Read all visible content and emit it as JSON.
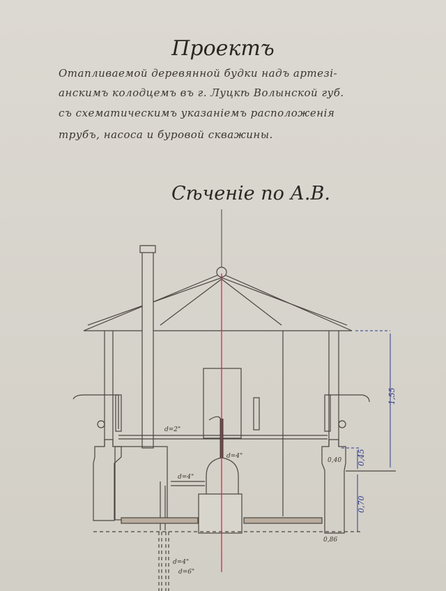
{
  "title": "Проектъ",
  "subtitle_lines": [
    "Отапливаемой деревянной будки надъ артезі-",
    "анскимъ колодцемъ въ г. Луцкѣ Волынской губ.",
    "съ схематическимъ указаніемъ расположенія",
    "трубъ, насоса и буровой скважины."
  ],
  "section_title": "Сѣченіе по А.В.",
  "pipe_labels": {
    "main_pipe": "d=2\"",
    "pump_riser": "d=4\"",
    "suction_pipe": "d=4\"",
    "well_inner": "d=4\"",
    "well_outer": "d=6\""
  },
  "dimensions": {
    "wall_height": "1,55",
    "plinth_height": "0,45",
    "foundation_depth": "0,70",
    "foundation_width": "0,86",
    "plinth_width": "0,40"
  },
  "colors": {
    "paper": "#d8d5cd",
    "ink": "#3a3530",
    "axis_line": "#d8284a",
    "dimension_ink": "#2c3a8c"
  }
}
